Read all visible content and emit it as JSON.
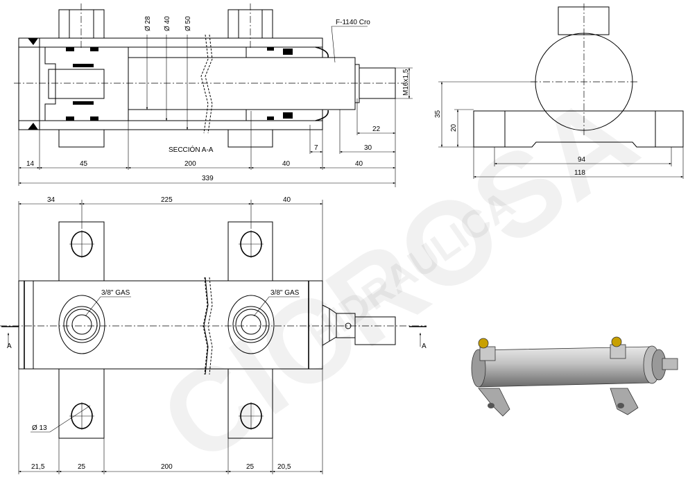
{
  "watermark": {
    "brand": "CICROSA",
    "sub": "HIDRAULICA"
  },
  "section_view": {
    "title": "SECCIÓN A-A",
    "part_label": "F-1140 Cro",
    "diameters": [
      "Ø 28",
      "Ø 40",
      "Ø 50"
    ],
    "thread": "M16x1,5",
    "dims_row": [
      "14",
      "45",
      "200",
      "40",
      "40"
    ],
    "overall": "339",
    "rod_dims": [
      "7",
      "30",
      "22"
    ]
  },
  "end_view": {
    "dims": [
      "35",
      "20",
      "94",
      "118"
    ]
  },
  "plan_view": {
    "top_dims": [
      "34",
      "225",
      "40"
    ],
    "bottom_dims": [
      "21,5",
      "25",
      "200",
      "25",
      "20,5"
    ],
    "port_labels": [
      "3/8\" GAS",
      "3/8\" GAS"
    ],
    "hole_label": "Ø 13",
    "section_marks": [
      "A",
      "A"
    ]
  },
  "colors": {
    "line": "#000000",
    "render_body": "#b9b9b9",
    "fitting": "#c8a000"
  }
}
